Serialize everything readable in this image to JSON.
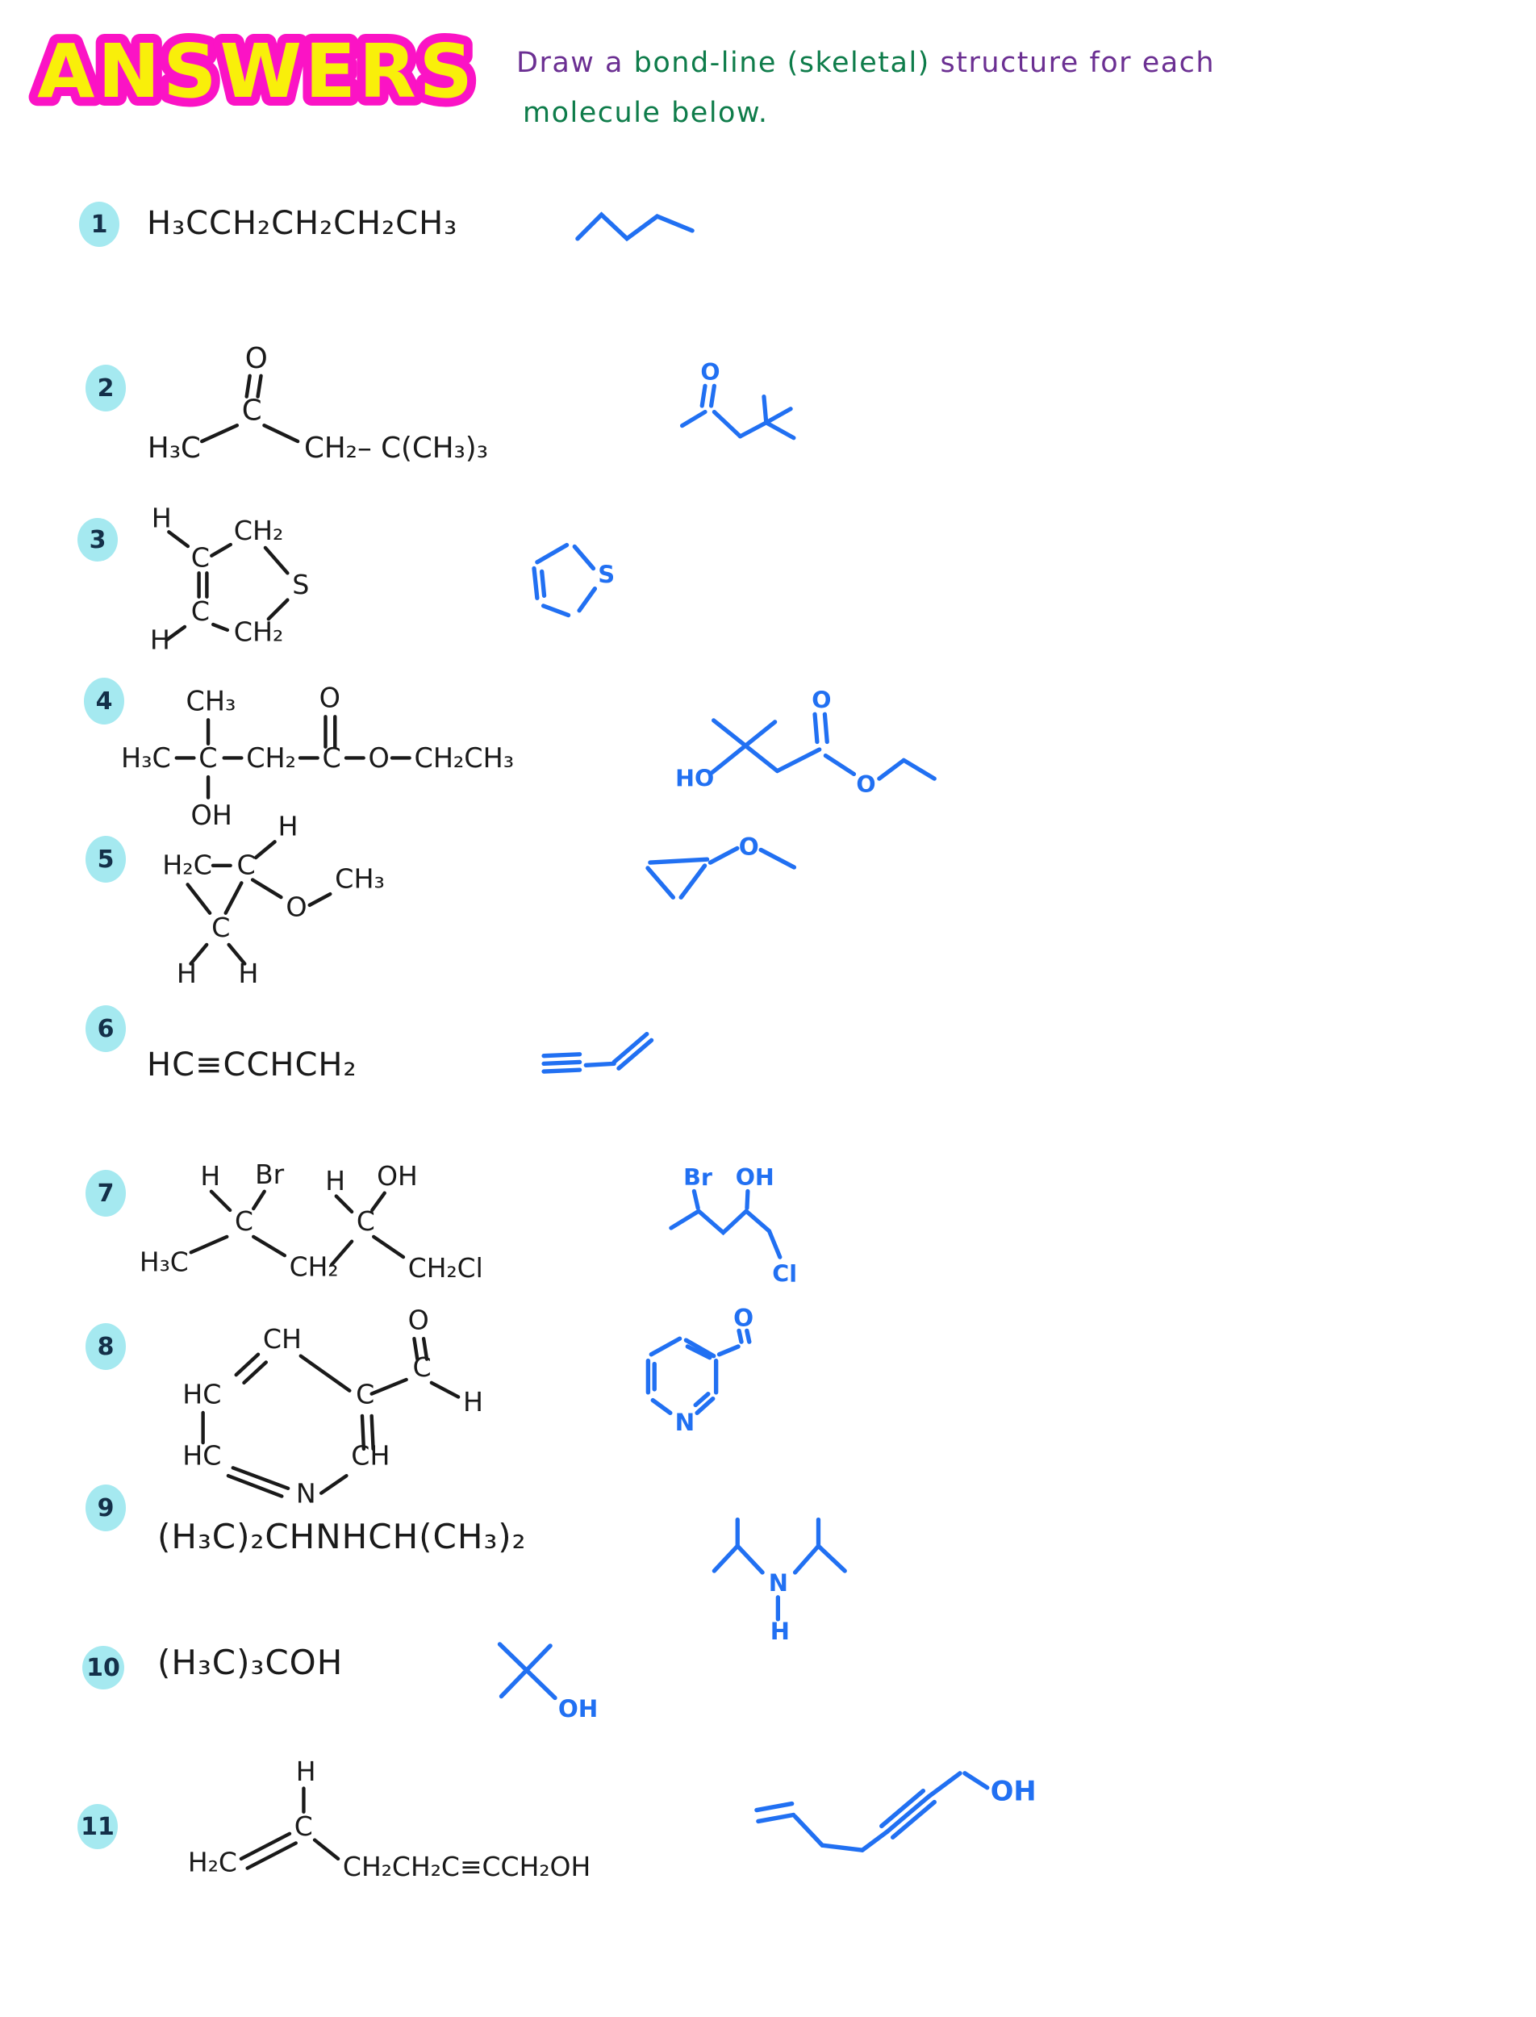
{
  "header": {
    "title": "ANSWERS",
    "instruction": {
      "part1": "Draw a",
      "part2": "bond-line (skeletal)",
      "part3": "structure for each",
      "line2": "molecule below."
    }
  },
  "colors": {
    "ink": "#1a1a1a",
    "blue": "#2170f2",
    "magenta": "#fb13c5",
    "yellow": "#f9ef0a",
    "purple": "#6b2f92",
    "green": "#0e7c4a",
    "badge": "#a5e9f0"
  },
  "problems": [
    {
      "number": "1",
      "formula": "H₃CCH₂CH₂CH₂CH₃"
    },
    {
      "number": "2",
      "struct": {
        "o": "O",
        "c": "C",
        "h3c": "H₃C",
        "chain": "CH₂– C(CH₃)₃"
      },
      "answer": {
        "o": "O"
      }
    },
    {
      "number": "3",
      "struct": {
        "h_top": "H",
        "c_top": "C",
        "ch2_top": "CH₂",
        "s": "S",
        "ch2_bot": "CH₂",
        "c_bot": "C",
        "h_bot": "H"
      },
      "answer": {
        "s": "S"
      }
    },
    {
      "number": "4",
      "struct": {
        "ch3": "CH₃",
        "o_top": "O",
        "h3c": "H₃C",
        "c1": "C",
        "ch2": "CH₂",
        "c2": "C",
        "o": "O",
        "et": "CH₂CH₃",
        "oh": "OH"
      },
      "answer": {
        "ho": "HO",
        "o_top": "O",
        "o": "O"
      }
    },
    {
      "number": "5",
      "struct": {
        "h2c": "H₂C",
        "c": "C",
        "h_top": "H",
        "o": "O",
        "ch3": "CH₃",
        "c_bot": "C",
        "h_left": "H",
        "h_right": "H"
      },
      "answer": {
        "o": "O"
      }
    },
    {
      "number": "6",
      "formula": "HC≡CCHCH₂"
    },
    {
      "number": "7",
      "struct": {
        "h1": "H",
        "br": "Br",
        "h2": "H",
        "oh": "OH",
        "c1": "C",
        "c2": "C",
        "h3c": "H₃C",
        "ch2": "CH₂",
        "ch2cl": "CH₂Cl"
      },
      "answer": {
        "br": "Br",
        "oh": "OH",
        "cl": "Cl"
      }
    },
    {
      "number": "8",
      "struct": {
        "ch_top": "CH",
        "hc_upper": "HC",
        "hc_lower": "HC",
        "n": "N",
        "ch_bottom": "CH",
        "c_ring": "C",
        "c_ald": "C",
        "o": "O",
        "h": "H"
      },
      "answer": {
        "o": "O",
        "n": "N"
      }
    },
    {
      "number": "9",
      "formula": "(H₃C)₂CHNHCH(CH₃)₂",
      "answer": {
        "n": "N",
        "h": "H"
      }
    },
    {
      "number": "10",
      "formula": "(H₃C)₃COH",
      "answer": {
        "oh": "OH"
      }
    },
    {
      "number": "11",
      "struct": {
        "h": "H",
        "c": "C",
        "h2c": "H₂C",
        "chain": "CH₂CH₂C≡CCH₂OH"
      },
      "answer": {
        "oh": "OH"
      }
    }
  ]
}
